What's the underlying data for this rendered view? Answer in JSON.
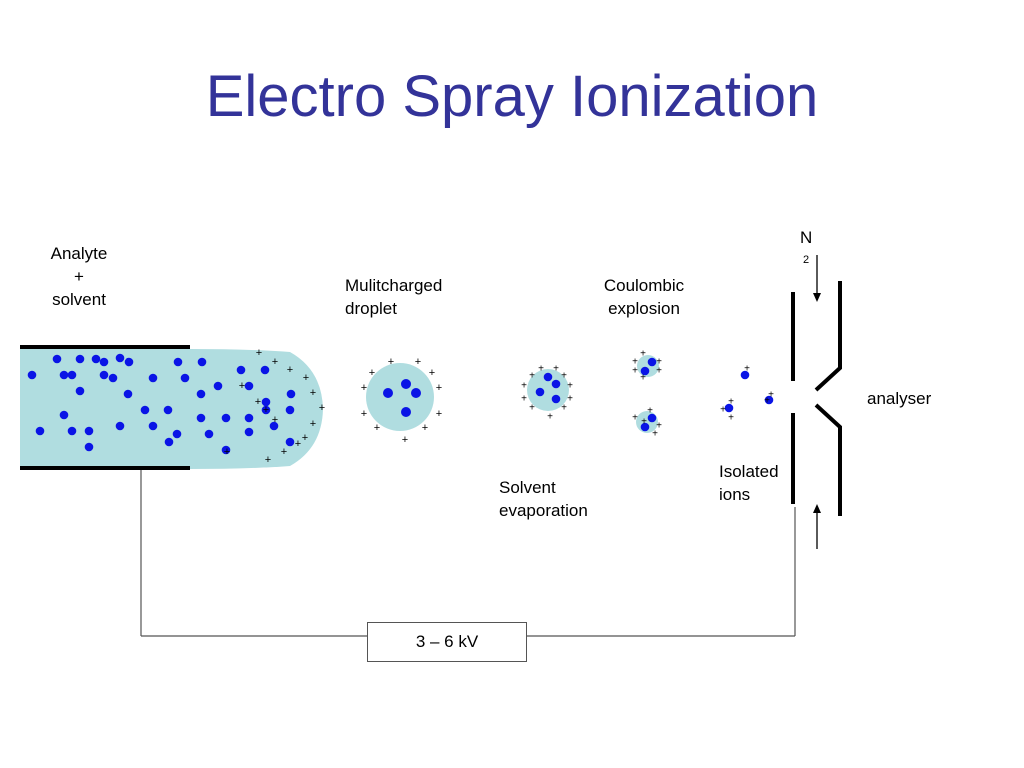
{
  "slide": {
    "title": "Electro Spray Ionization"
  },
  "labels": {
    "analyte_line1": "Analyte",
    "analyte_line2": "+",
    "analyte_line3": "solvent",
    "multicharged_line1": "Mulitcharged",
    "multicharged_line2": "droplet",
    "coulombic_line1": "Coulombic",
    "coulombic_line2": "explosion",
    "solvent_line1": "Solvent",
    "solvent_line2": "evaporation",
    "isolated_line1": "Isolated",
    "isolated_line2": "ions",
    "analyser": "analyser",
    "n2_main": "N",
    "n2_sub": "2",
    "voltage": "3 – 6 kV"
  },
  "colors": {
    "title": "#333399",
    "droplet_fill": "#b0dde0",
    "ion_dot": "#0a14e6",
    "wires": "#555555",
    "electrode": "#000000"
  },
  "symbols": {
    "charge": "+"
  }
}
